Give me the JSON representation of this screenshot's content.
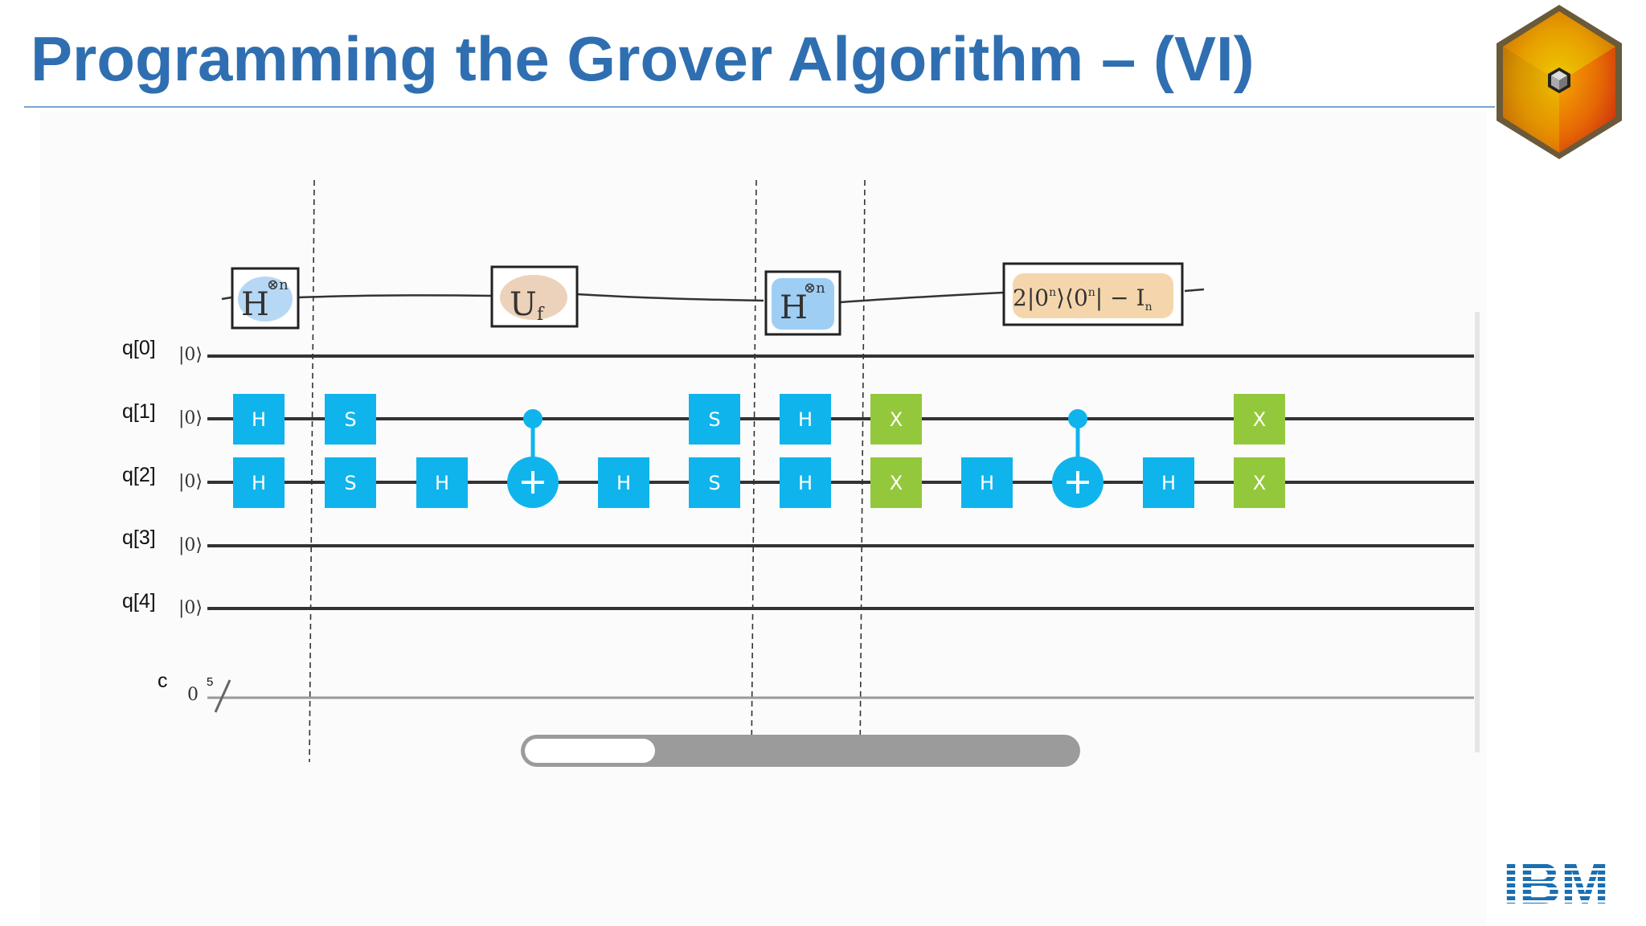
{
  "slide": {
    "title": "Programming the Grover Algorithm – (VI)",
    "brand_logo_icon": "cube-logo-icon",
    "company_logo_text": "IBM"
  },
  "annotations": {
    "hadamard_n_1": {
      "base": "H",
      "sup": "⊗n"
    },
    "oracle": {
      "base": "U",
      "sub": "f"
    },
    "hadamard_n_2": {
      "base": "H",
      "sup": "⊗n"
    },
    "diffusion": {
      "prefix": "2|0",
      "sup1": "n",
      "mid": "⟩⟨0",
      "sup2": "n",
      "post": "| − I",
      "sub": "n"
    }
  },
  "circuit": {
    "qubits": [
      {
        "label": "q[0]",
        "init": "|0⟩"
      },
      {
        "label": "q[1]",
        "init": "|0⟩"
      },
      {
        "label": "q[2]",
        "init": "|0⟩"
      },
      {
        "label": "q[3]",
        "init": "|0⟩"
      },
      {
        "label": "q[4]",
        "init": "|0⟩"
      }
    ],
    "classical": {
      "label": "c",
      "init": "0",
      "width": "5"
    },
    "gates": [
      {
        "q1": "H",
        "q2": "H",
        "kind": "hadamard"
      },
      {
        "q1": "S",
        "q2": "S",
        "kind": "phase"
      },
      {
        "q2": "H",
        "kind": "hadamard"
      },
      {
        "kind": "cnot",
        "control": "q[1]",
        "target": "q[2]"
      },
      {
        "q2": "H",
        "kind": "hadamard"
      },
      {
        "q1": "S",
        "q2": "S",
        "kind": "phase"
      },
      {
        "q1": "H",
        "q2": "H",
        "kind": "hadamard"
      },
      {
        "q1": "X",
        "q2": "X",
        "kind": "pauli-x"
      },
      {
        "q2": "H",
        "kind": "hadamard"
      },
      {
        "kind": "cnot",
        "control": "q[1]",
        "target": "q[2]"
      },
      {
        "q2": "H",
        "kind": "hadamard"
      },
      {
        "q1": "X",
        "q2": "X",
        "kind": "pauli-x"
      }
    ],
    "colors": {
      "hadamard": "#10b4ec",
      "phase": "#10b4ec",
      "pauli-x": "#94c83c",
      "cnot": "#10b4ec"
    },
    "scroll_fraction": 0.24
  }
}
